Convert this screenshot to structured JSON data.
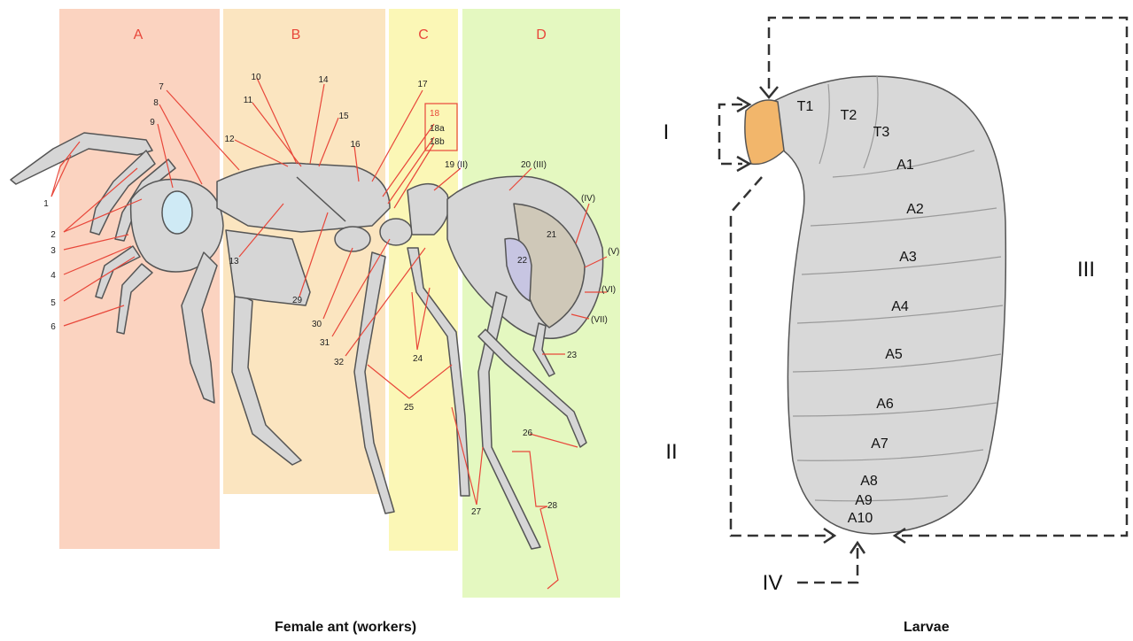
{
  "ant": {
    "zones": [
      {
        "label": "A",
        "color": "#fbd3c0"
      },
      {
        "label": "B",
        "color": "#fbe5c0"
      },
      {
        "label": "C",
        "color": "#fbf7b6"
      },
      {
        "label": "D",
        "color": "#e4f8c0"
      }
    ],
    "labels": [
      "1",
      "2",
      "3",
      "4",
      "5",
      "6",
      "7",
      "8",
      "9",
      "10",
      "11",
      "12",
      "13",
      "14",
      "15",
      "16",
      "17",
      "18",
      "18a",
      "18b",
      "19 (II)",
      "20 (III)",
      "(IV)",
      "21",
      "22",
      "(V)",
      "(VI)",
      "(VII)",
      "23",
      "24",
      "25",
      "26",
      "27",
      "28",
      "29",
      "30",
      "31",
      "32"
    ],
    "highlight_color": "#e8473a",
    "caption": "Female ant (workers)"
  },
  "larva": {
    "segments": [
      "T1",
      "T2",
      "T3",
      "A1",
      "A2",
      "A3",
      "A4",
      "A5",
      "A6",
      "A7",
      "A8",
      "A9",
      "A10"
    ],
    "regions": [
      "I",
      "II",
      "III",
      "IV"
    ],
    "head_color": "#f2b66b",
    "body_color": "#d8d8d8",
    "caption": "Larvae"
  }
}
